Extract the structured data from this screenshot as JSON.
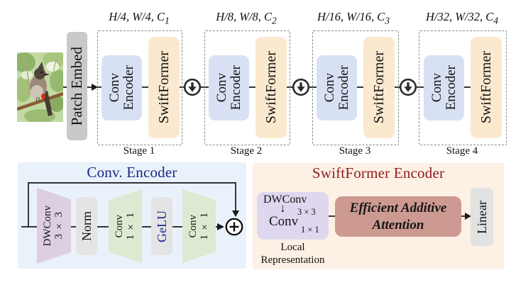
{
  "figure": {
    "patch_embed_label": "Patch Embed",
    "stages": [
      {
        "dim_base": "H/4, W/4, C",
        "dim_sub": "1",
        "conv_top": "Conv",
        "conv_bottom": "Encoder",
        "swift_label": "SwiftFormer",
        "stage_label": "Stage 1"
      },
      {
        "dim_base": "H/8, W/8, C",
        "dim_sub": "2",
        "conv_top": "Conv",
        "conv_bottom": "Encoder",
        "swift_label": "SwiftFormer",
        "stage_label": "Stage 2"
      },
      {
        "dim_base": "H/16, W/16, C",
        "dim_sub": "3",
        "conv_top": "Conv",
        "conv_bottom": "Encoder",
        "swift_label": "SwiftFormer",
        "stage_label": "Stage 3"
      },
      {
        "dim_base": "H/32, W/32, C",
        "dim_sub": "4",
        "conv_top": "Conv",
        "conv_bottom": "Encoder",
        "swift_label": "SwiftFormer",
        "stage_label": "Stage 4"
      }
    ],
    "conv_encoder_panel": {
      "title": "Conv. Encoder",
      "dwconv_line1": "DWConv",
      "dwconv_line2": "3 × 3",
      "norm_label": "Norm",
      "conv1_line1": "Conv",
      "conv1_line2": "1 × 1",
      "gelu_label": "GeLU",
      "conv2_line1": "Conv",
      "conv2_line2": "1 × 1"
    },
    "swiftformer_panel": {
      "title": "SwiftFormer Encoder",
      "local_dwconv": "DWConv",
      "local_dwconv_sub": "3 × 3",
      "local_arrow": "↓",
      "local_conv": "Conv",
      "local_conv_sub": "1 × 1",
      "local_caption_line1": "Local",
      "local_caption_line2": "Representation",
      "attention_line1": "Efficient Additive",
      "attention_line2": "Attention",
      "linear_label": "Linear"
    },
    "icons": {
      "downsample": "circle-with-down-arrow",
      "residual_add": "circle-with-plus"
    },
    "colors": {
      "panel_conv_bg": "#e9f1fb",
      "panel_swift_bg": "#fdf0e4",
      "conv_box": "#d8e1f4",
      "swift_box": "#fbe9cf",
      "gray_box": "#e4e4e4",
      "patch_embed_box": "#c9c9c9",
      "purple_trapezoid": "#ddcfe2",
      "green_trapezoid": "#dcead2",
      "local_rep_box": "#ded7ef",
      "attention_box": "#cd9a92",
      "title_conv_color": "#1b2a85",
      "title_swift_color": "#8f1d1d",
      "line_color": "#1a1a1a"
    }
  }
}
